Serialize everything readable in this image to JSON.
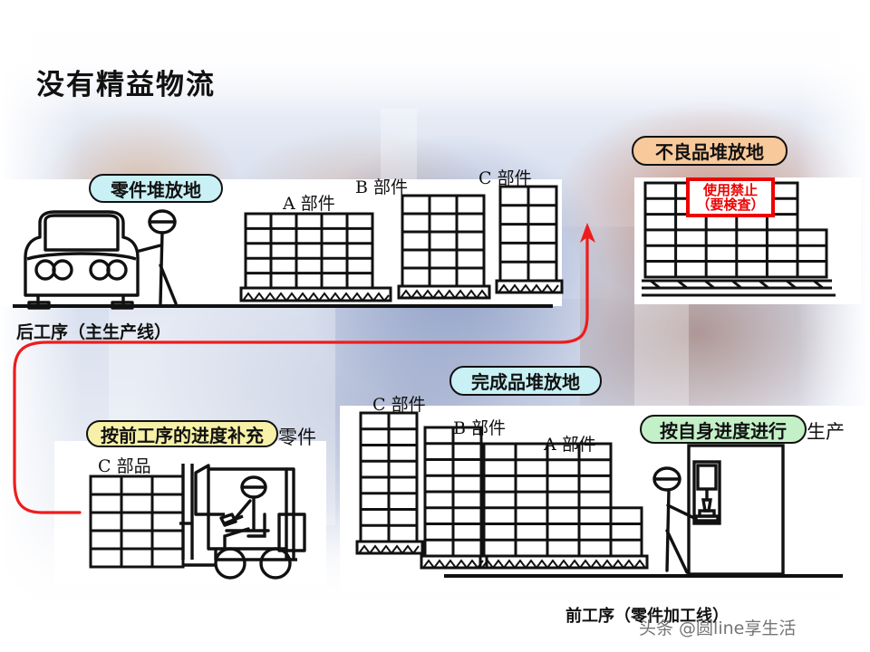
{
  "slide": {
    "title": "没有精益物流",
    "watermark": "头条 @圆line享生活"
  },
  "colors": {
    "cyan_pill": "#c8f0f5",
    "orange_pill": "#f8c99a",
    "yellow_pill": "#f7f0a8",
    "green_pill": "#c4f0c8",
    "warning_red": "#ee0000",
    "flow_arrow_red": "#ee1c1c",
    "outline_black": "#111111"
  },
  "callouts": {
    "parts_storage": "零件堆放地",
    "defect_storage": "不良品堆放地",
    "finished_storage": "完成品堆放地",
    "replenish_rule": "按前工序的进度补充",
    "replenish_tail": "零件",
    "own_pace_rule": "按自身进度进行",
    "own_pace_tail": "生产"
  },
  "warning_sign": {
    "line1": "使用禁止",
    "line2": "（要検査）"
  },
  "process_labels": {
    "downstream": "后工序（主生产线）",
    "upstream": "前工序（零件加工线）"
  },
  "racks": {
    "upper_line": [
      {
        "id": "rack-a-upper",
        "label": "A 部件",
        "cols": 5,
        "rows": 5
      },
      {
        "id": "rack-b-upper",
        "label": "B 部件",
        "cols": 3,
        "rows": 5
      },
      {
        "id": "rack-c-upper",
        "label": "C 部件",
        "cols": 2,
        "rows": 5
      }
    ],
    "defect": [
      {
        "id": "rack-defect",
        "label": "",
        "cols": 5,
        "rows": 6
      }
    ],
    "finished_line": [
      {
        "id": "rack-c-finished",
        "label": "C 部件",
        "cols": 2,
        "rows": 8
      },
      {
        "id": "rack-b-finished",
        "label": "B 部件",
        "cols": 2,
        "rows": 8
      },
      {
        "id": "rack-a-finished",
        "label": "A 部件",
        "cols": 4,
        "rows": 8
      }
    ],
    "forklift_area": [
      {
        "id": "rack-c-parts",
        "label": "C 部品",
        "cols": 3,
        "rows": 5
      }
    ]
  },
  "figures": {
    "car": "car-front-icon",
    "worker_standing": "stick-figure-standing-icon",
    "forklift": "forklift-icon",
    "forklift_driver": "stick-figure-seated-icon",
    "machine_operator": "stick-figure-operator-icon",
    "press_machine": "press-machine-icon",
    "flow_arrow": "red-flow-arrow"
  }
}
